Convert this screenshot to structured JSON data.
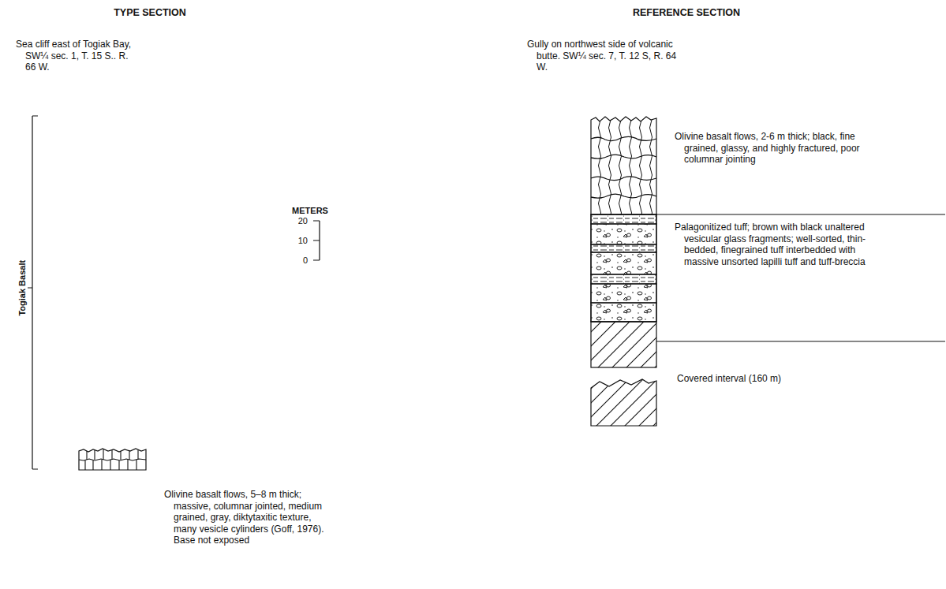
{
  "diagram": {
    "labels": [
      "TYPE SECTION",
      "REFERENCE SECTION",
      "Sea cliff east of Togiak Bay, SW¼ sec. 1, T. 15 S.. R. 66 W.",
      "Gully on northwest side of volcanic butte. SW¼ sec. 7, T. 12 S, R. 64 W.",
      "METERS",
      "20",
      "10",
      "0",
      "Olivine basalt flows, 2-6 m thick; black, fine grained, glassy, and highly fractured, poor columnar jointing",
      "Togiak Basalt",
      "Palagonitized tuff; brown with black unaltered vesicular glass fragments; well-sorted, thin-bedded, finegrained tuff interbedded with massive unsorted lapilli tuff and tuff-breccia",
      "Covered interval (160 m)",
      "Olivine basalt flows, 5–8 m thick; massive, columnar jointed, medium grained, gray, diktytaxitic texture, many vesicle cylinders (Goff, 1976). Base not exposed"
    ]
  }
}
